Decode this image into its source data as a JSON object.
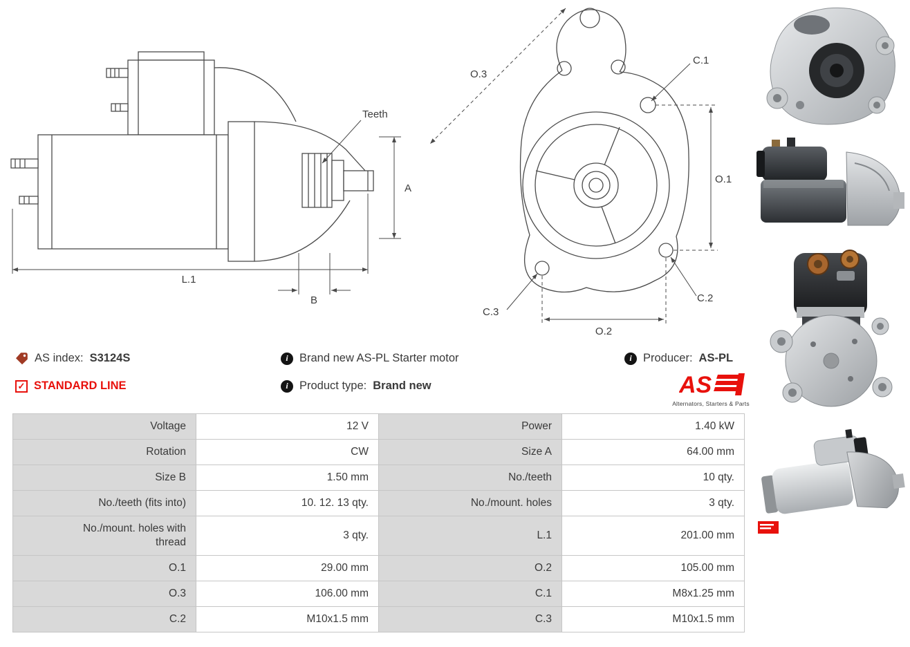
{
  "diagrams": {
    "side": {
      "teeth": "Teeth",
      "a": "A",
      "l1": "L.1",
      "b": "B"
    },
    "front": {
      "o3": "O.3",
      "c1": "C.1",
      "o1": "O.1",
      "o2": "O.2",
      "c2": "C.2",
      "c3": "C.3"
    }
  },
  "info": {
    "as_index_label": "AS index:",
    "as_index_value": "S3124S",
    "standard_line": "STANDARD LINE",
    "description": "Brand new AS-PL Starter motor",
    "product_type_label": "Product type:",
    "product_type_value": "Brand new",
    "producer_label": "Producer:",
    "producer_value": "AS-PL",
    "logo_text": "AS",
    "logo_subtext": "Alternators, Starters & Parts",
    "icons": {
      "check_glyph": "✓",
      "info_glyph": "i"
    }
  },
  "colors": {
    "accent_red": "#e8110c",
    "table_label_bg": "#d9d9d9",
    "line_color": "#4a4a4a"
  },
  "table": {
    "rows": [
      [
        "Voltage",
        "12 V",
        "Power",
        "1.40 kW"
      ],
      [
        "Rotation",
        "CW",
        "Size A",
        "64.00 mm"
      ],
      [
        "Size B",
        "1.50 mm",
        "No./teeth",
        "10 qty."
      ],
      [
        "No./teeth (fits into)",
        "10. 12. 13 qty.",
        "No./mount. holes",
        "3 qty."
      ],
      [
        "No./mount. holes with thread",
        "3 qty.",
        "L.1",
        "201.00 mm"
      ],
      [
        "O.1",
        "29.00 mm",
        "O.2",
        "105.00 mm"
      ],
      [
        "O.3",
        "106.00 mm",
        "C.1",
        "M8x1.25 mm"
      ],
      [
        "C.2",
        "M10x1.5 mm",
        "C.3",
        "M10x1.5 mm"
      ]
    ]
  }
}
